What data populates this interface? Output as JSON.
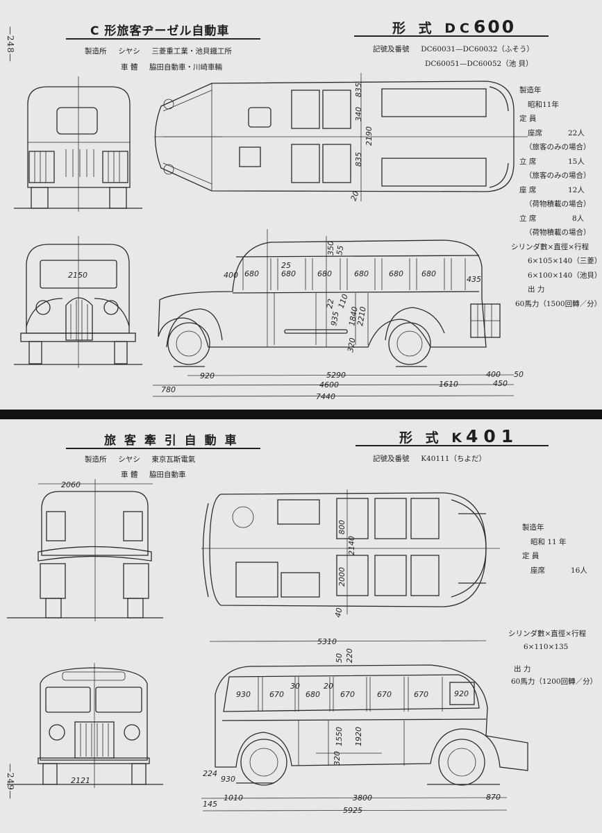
{
  "pages": [
    {
      "page_number": "—248—",
      "title": "C 形旅客ヂーゼル自動車",
      "model_prefix": "形 式 DC",
      "model_number": "600",
      "maker_label": "製造所",
      "chassis_label": "シヤシ",
      "chassis_maker": "三菱重工業・池貝鐵工所",
      "body_label": "車 體",
      "body_maker": "脇田自動車・川崎車輛",
      "serial_label": "記號及番號",
      "serials": [
        "DC60031—DC60032（ふそう）",
        "DC60051—DC60052（池 貝）"
      ],
      "specs": {
        "year_label": "製造年",
        "year": "昭和11年",
        "capacity_label": "定 員",
        "capacity": [
          {
            "label": "座席",
            "value": "22人",
            "note": "（旅客のみの場合）"
          },
          {
            "label": "立 席",
            "value": "15人",
            "note": "（旅客のみの場合）"
          },
          {
            "label": "座 席",
            "value": "12人",
            "note": "（荷物積載の場合）"
          },
          {
            "label": "立 席",
            "value": "8人",
            "note": "（荷物積載の場合）"
          }
        ],
        "cylinder_label": "シリンダ數×直徑×行程",
        "cylinders": [
          "6×105×140（三菱）",
          "6×100×140（池貝）"
        ],
        "output_label": "出 力",
        "output": "60馬力（1500回轉／分）"
      },
      "dims": {
        "front_width": "2150",
        "windows": [
          "680",
          "680",
          "680",
          "680",
          "680",
          "680"
        ],
        "misc": [
          "400",
          "25",
          "435",
          "350",
          "55",
          "1840",
          "2210",
          "935",
          "320",
          "110",
          "22"
        ],
        "row1": [
          "920",
          "5290",
          "400",
          "50"
        ],
        "row2": [
          "780",
          "4600",
          "1610",
          "450"
        ],
        "total": "7440",
        "plan": [
          "835",
          "340",
          "835",
          "2190",
          "20"
        ]
      }
    },
    {
      "page_number": "—249—",
      "title": "旅 客 牽 引 自 動 車",
      "model_prefix": "形 式 K",
      "model_number": "401",
      "maker_label": "製造所",
      "chassis_label": "シヤシ",
      "chassis_maker": "東京瓦斯電氣",
      "body_label": "車 體",
      "body_maker": "脇田自動車",
      "serial_label": "記號及番號",
      "serials": [
        "K40111（ちよだ）"
      ],
      "specs": {
        "year_label": "製造年",
        "year": "昭和 11 年",
        "capacity_label": "定 員",
        "capacity": [
          {
            "label": "座席",
            "value": "16人"
          }
        ],
        "cylinder_label": "シリンダ數×直徑×行程",
        "cylinders": [
          "6×110×135"
        ],
        "output_label": "出 力",
        "output": "60馬力（1200回轉／分）"
      },
      "dims": {
        "rear_width": "2060",
        "front_width": "2121",
        "windows": [
          "930",
          "670",
          "680",
          "670",
          "670",
          "670",
          "920"
        ],
        "misc": [
          "30",
          "20",
          "50",
          "220",
          "1550",
          "1920",
          "320"
        ],
        "top": "5310",
        "row0": [
          "224",
          "930"
        ],
        "row1": [
          "1010",
          "3800",
          "870"
        ],
        "row2": [
          "145",
          "5925"
        ],
        "plan": [
          "2000",
          "800",
          "2140",
          "40"
        ]
      }
    }
  ]
}
